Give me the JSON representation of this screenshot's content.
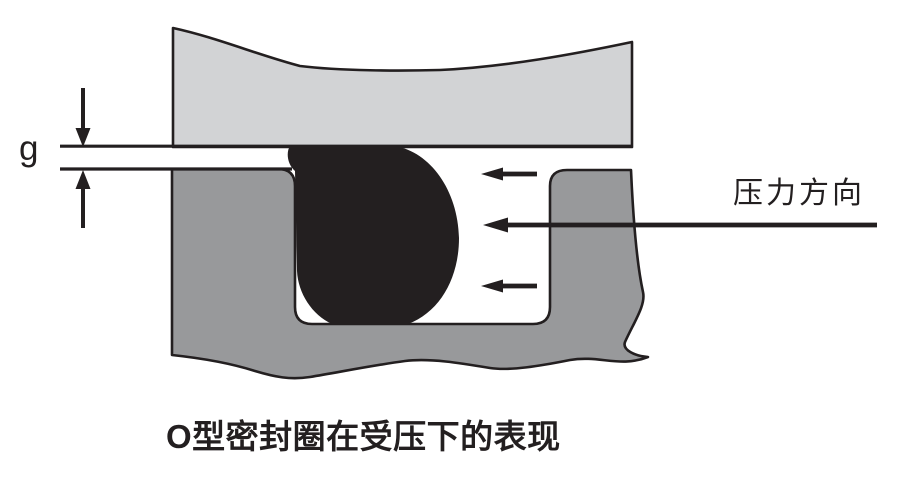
{
  "labels": {
    "gap": "g",
    "pressure_direction": "压力方向",
    "caption": "O型密封圈在受压下的表现"
  },
  "colors": {
    "background": "#ffffff",
    "upper_block": "#d2d3d5",
    "lower_block": "#98999b",
    "o_ring": "#231f20",
    "ink": "#231f20"
  }
}
